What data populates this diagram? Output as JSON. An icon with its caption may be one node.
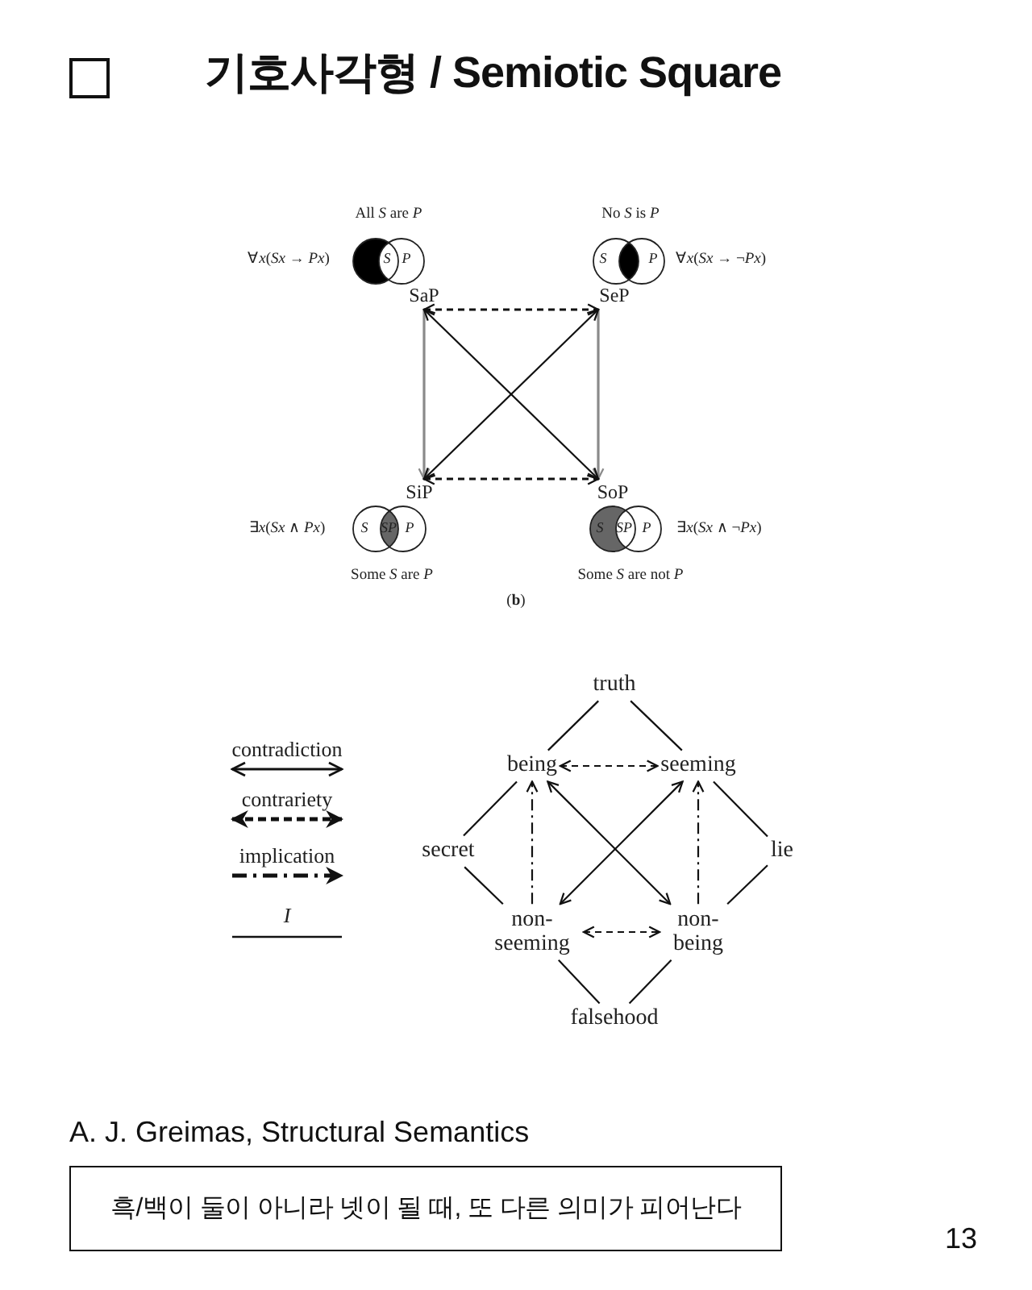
{
  "diagram": {
    "title": "기호사각형 / Semiotic Square",
    "nodes": [
      {
        "text": [
          "SaP"
        ]
      },
      {
        "text": [
          "SeP"
        ]
      },
      {
        "text": [
          "SiP"
        ]
      },
      {
        "text": [
          "SoP"
        ]
      },
      {
        "text": [
          "truth"
        ]
      },
      {
        "text": [
          "being"
        ]
      },
      {
        "text": [
          "seeming"
        ]
      },
      {
        "text": [
          "secret"
        ]
      },
      {
        "text": [
          "lie"
        ]
      },
      {
        "text": [
          "non- seeming"
        ]
      },
      {
        "text": [
          "non- being"
        ]
      },
      {
        "text": [
          "falsehood"
        ]
      },
      {
        "text": [
          "흑/백이 둘이 아니라 넷이 될 때, 또 다른 의미가 피어난다"
        ]
      }
    ],
    "edges": [
      {
        "from": 0,
        "to": 1,
        "arrow": "both",
        "style": "dashed"
      },
      {
        "from": 0,
        "to": 2,
        "arrow": "to",
        "color": "#8a8a8a"
      },
      {
        "from": 1,
        "to": 3,
        "arrow": "to",
        "color": "#8a8a8a"
      },
      {
        "from": 0,
        "to": 3,
        "arrow": "both"
      },
      {
        "from": 1,
        "to": 2,
        "arrow": "both"
      },
      {
        "from": 2,
        "to": 3,
        "arrow": "both",
        "style": "dashed"
      },
      {
        "from": 4,
        "to": 5,
        "arrow": "none"
      },
      {
        "from": 4,
        "to": 6,
        "arrow": "none"
      },
      {
        "from": 5,
        "to": 6,
        "arrow": "both",
        "style": "dashed"
      },
      {
        "from": 7,
        "to": 5,
        "arrow": "none"
      },
      {
        "from": 8,
        "to": 6,
        "arrow": "none"
      },
      {
        "from": 9,
        "to": 5,
        "arrow": "to",
        "style": "dashed"
      },
      {
        "from": 10,
        "to": 6,
        "arrow": "to",
        "style": "dashed"
      },
      {
        "from": 5,
        "to": 10,
        "arrow": "both"
      },
      {
        "from": 6,
        "to": 9,
        "arrow": "both"
      },
      {
        "from": 7,
        "to": 9,
        "arrow": "none"
      },
      {
        "from": 8,
        "to": 10,
        "arrow": "none"
      },
      {
        "from": 9,
        "to": 10,
        "arrow": "both",
        "style": "dashed"
      },
      {
        "from": 11,
        "to": 9,
        "arrow": "none"
      },
      {
        "from": 11,
        "to": 10,
        "arrow": "none"
      }
    ],
    "labels": [
      "All *S* are *P*",
      "No *S* is *P*",
      "∀*x*(*Sx* → *Px*)",
      "S",
      "P",
      "S",
      "P",
      "∀*x*(*Sx* → ¬*Px*)",
      "∃*x*(*Sx* ∧ *Px*)",
      "S",
      "SP",
      "P",
      "S",
      "SP",
      "P",
      "∃*x*(*Sx* ∧ ¬*Px*)",
      "Some *S* are *P*",
      "Some *S* are not *P*",
      "(**b**)",
      "A. J. Greimas, Structural Semantics",
      "13"
    ],
    "legend": [
      {
        "text": "contradiction"
      },
      {
        "text": "contrariety"
      },
      {
        "text": "implication"
      },
      {
        "text": "I"
      }
    ]
  }
}
